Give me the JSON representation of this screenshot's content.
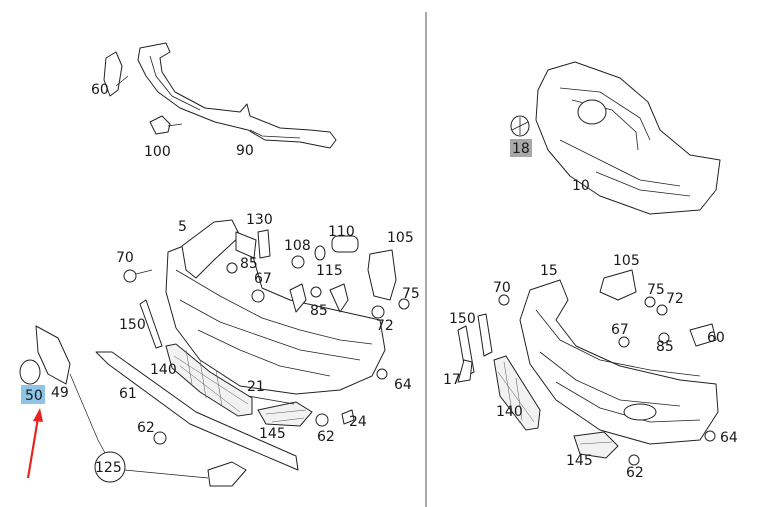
{
  "labels": {
    "l60a": "60",
    "l100": "100",
    "l90": "90",
    "l5": "5",
    "l130": "130",
    "l110": "110",
    "l105a": "105",
    "l70a": "70",
    "l108": "108",
    "l85a": "85",
    "l115": "115",
    "l67a": "67",
    "l85b": "85",
    "l75a": "75",
    "l72a": "72",
    "l150a": "150",
    "l140a": "140",
    "l64a": "64",
    "l50": "50",
    "l49": "49",
    "l61": "61",
    "l21": "21",
    "l24": "24",
    "l145a": "145",
    "l62a": "62",
    "l62b": "62",
    "l125": "125",
    "l18": "18",
    "l10": "10",
    "l15": "15",
    "l105b": "105",
    "l70b": "70",
    "l75b": "75",
    "l72b": "72",
    "l150b": "150",
    "l67b": "67",
    "l60b": "60",
    "l85c": "85",
    "l17": "17",
    "l140b": "140",
    "l145b": "145",
    "l64b": "64",
    "l62c": "62"
  },
  "colors": {
    "highlight_50": "#8ec4e6",
    "highlight_18": "#a8a8a8",
    "arrow": "#e8231f"
  }
}
